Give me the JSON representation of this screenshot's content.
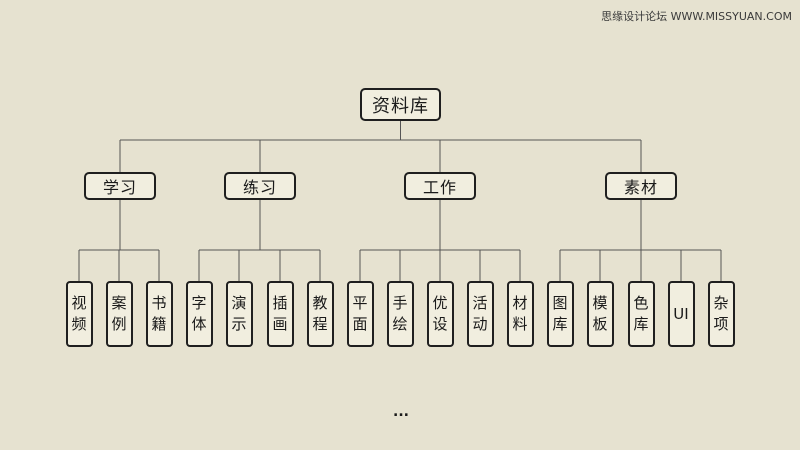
{
  "watermark": "思缘设计论坛 WWW.MISSYUAN.COM",
  "root": {
    "label": "资料库"
  },
  "categories": [
    {
      "label": "学习",
      "children": [
        "视\n频",
        "案\n例",
        "书\n籍"
      ]
    },
    {
      "label": "练习",
      "children": [
        "字\n体",
        "演\n示",
        "插\n画",
        "教\n程"
      ]
    },
    {
      "label": "工作",
      "children": [
        "平\n面",
        "手\n绘",
        "优\n设",
        "活\n动",
        "材\n料"
      ]
    },
    {
      "label": "素材",
      "children": [
        "图\n库",
        "模\n板",
        "色\n库",
        "UI",
        "杂\n项"
      ]
    }
  ],
  "more": "...",
  "colors": {
    "background": "#e6e2d0",
    "node_fill": "#f1eedf",
    "node_border": "#1f1f1f",
    "line": "#555555"
  }
}
